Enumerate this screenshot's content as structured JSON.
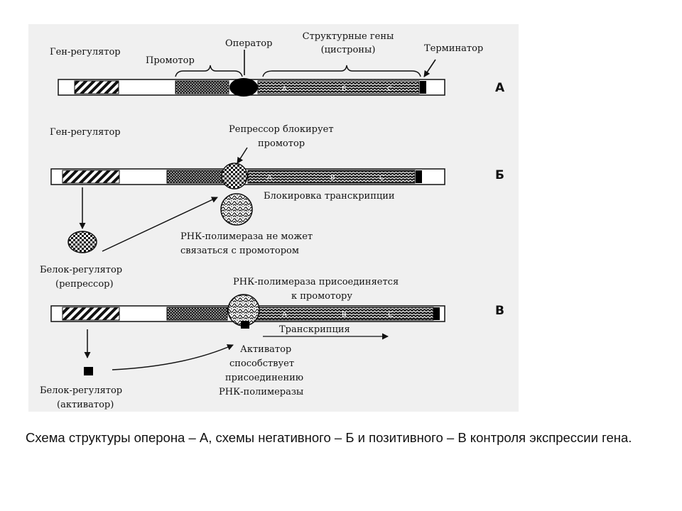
{
  "panel_a": {
    "regulator": "Ген-регулятор",
    "promoter": "Промотор",
    "operator": "Оператор",
    "structural_line1": "Структурные гены",
    "structural_line2": "(цистроны)",
    "terminator": "Терминатор",
    "label": "А"
  },
  "panel_b": {
    "regulator": "Ген-регулятор",
    "blocks_line1": "Репрессор блокирует",
    "blocks_line2": "промотор",
    "blocking": "Блокировка транскрипции",
    "cannot_line1": "РНК-полимераза не может",
    "cannot_line2": "связаться с промотором",
    "protein_line1": "Белок-регулятор",
    "protein_line2": "(репрессор)",
    "label": "Б"
  },
  "panel_c": {
    "joins_line1": "РНК-полимераза присоединяется",
    "joins_line2": "к промотору",
    "transcription": "Транскрипция",
    "act_line1": "Активатор",
    "act_line2": "способствует",
    "act_line3": "присоединению",
    "act_line4": "РНК-полимеразы",
    "protein_line1": "Белок-регулятор",
    "protein_line2": "(активатор)",
    "label": "В"
  },
  "genes": [
    "A",
    "B",
    "C"
  ],
  "caption": "Схема  структуры оперона – А, схемы негативного – Б и позитивного – В контроля экспрессии гена."
}
